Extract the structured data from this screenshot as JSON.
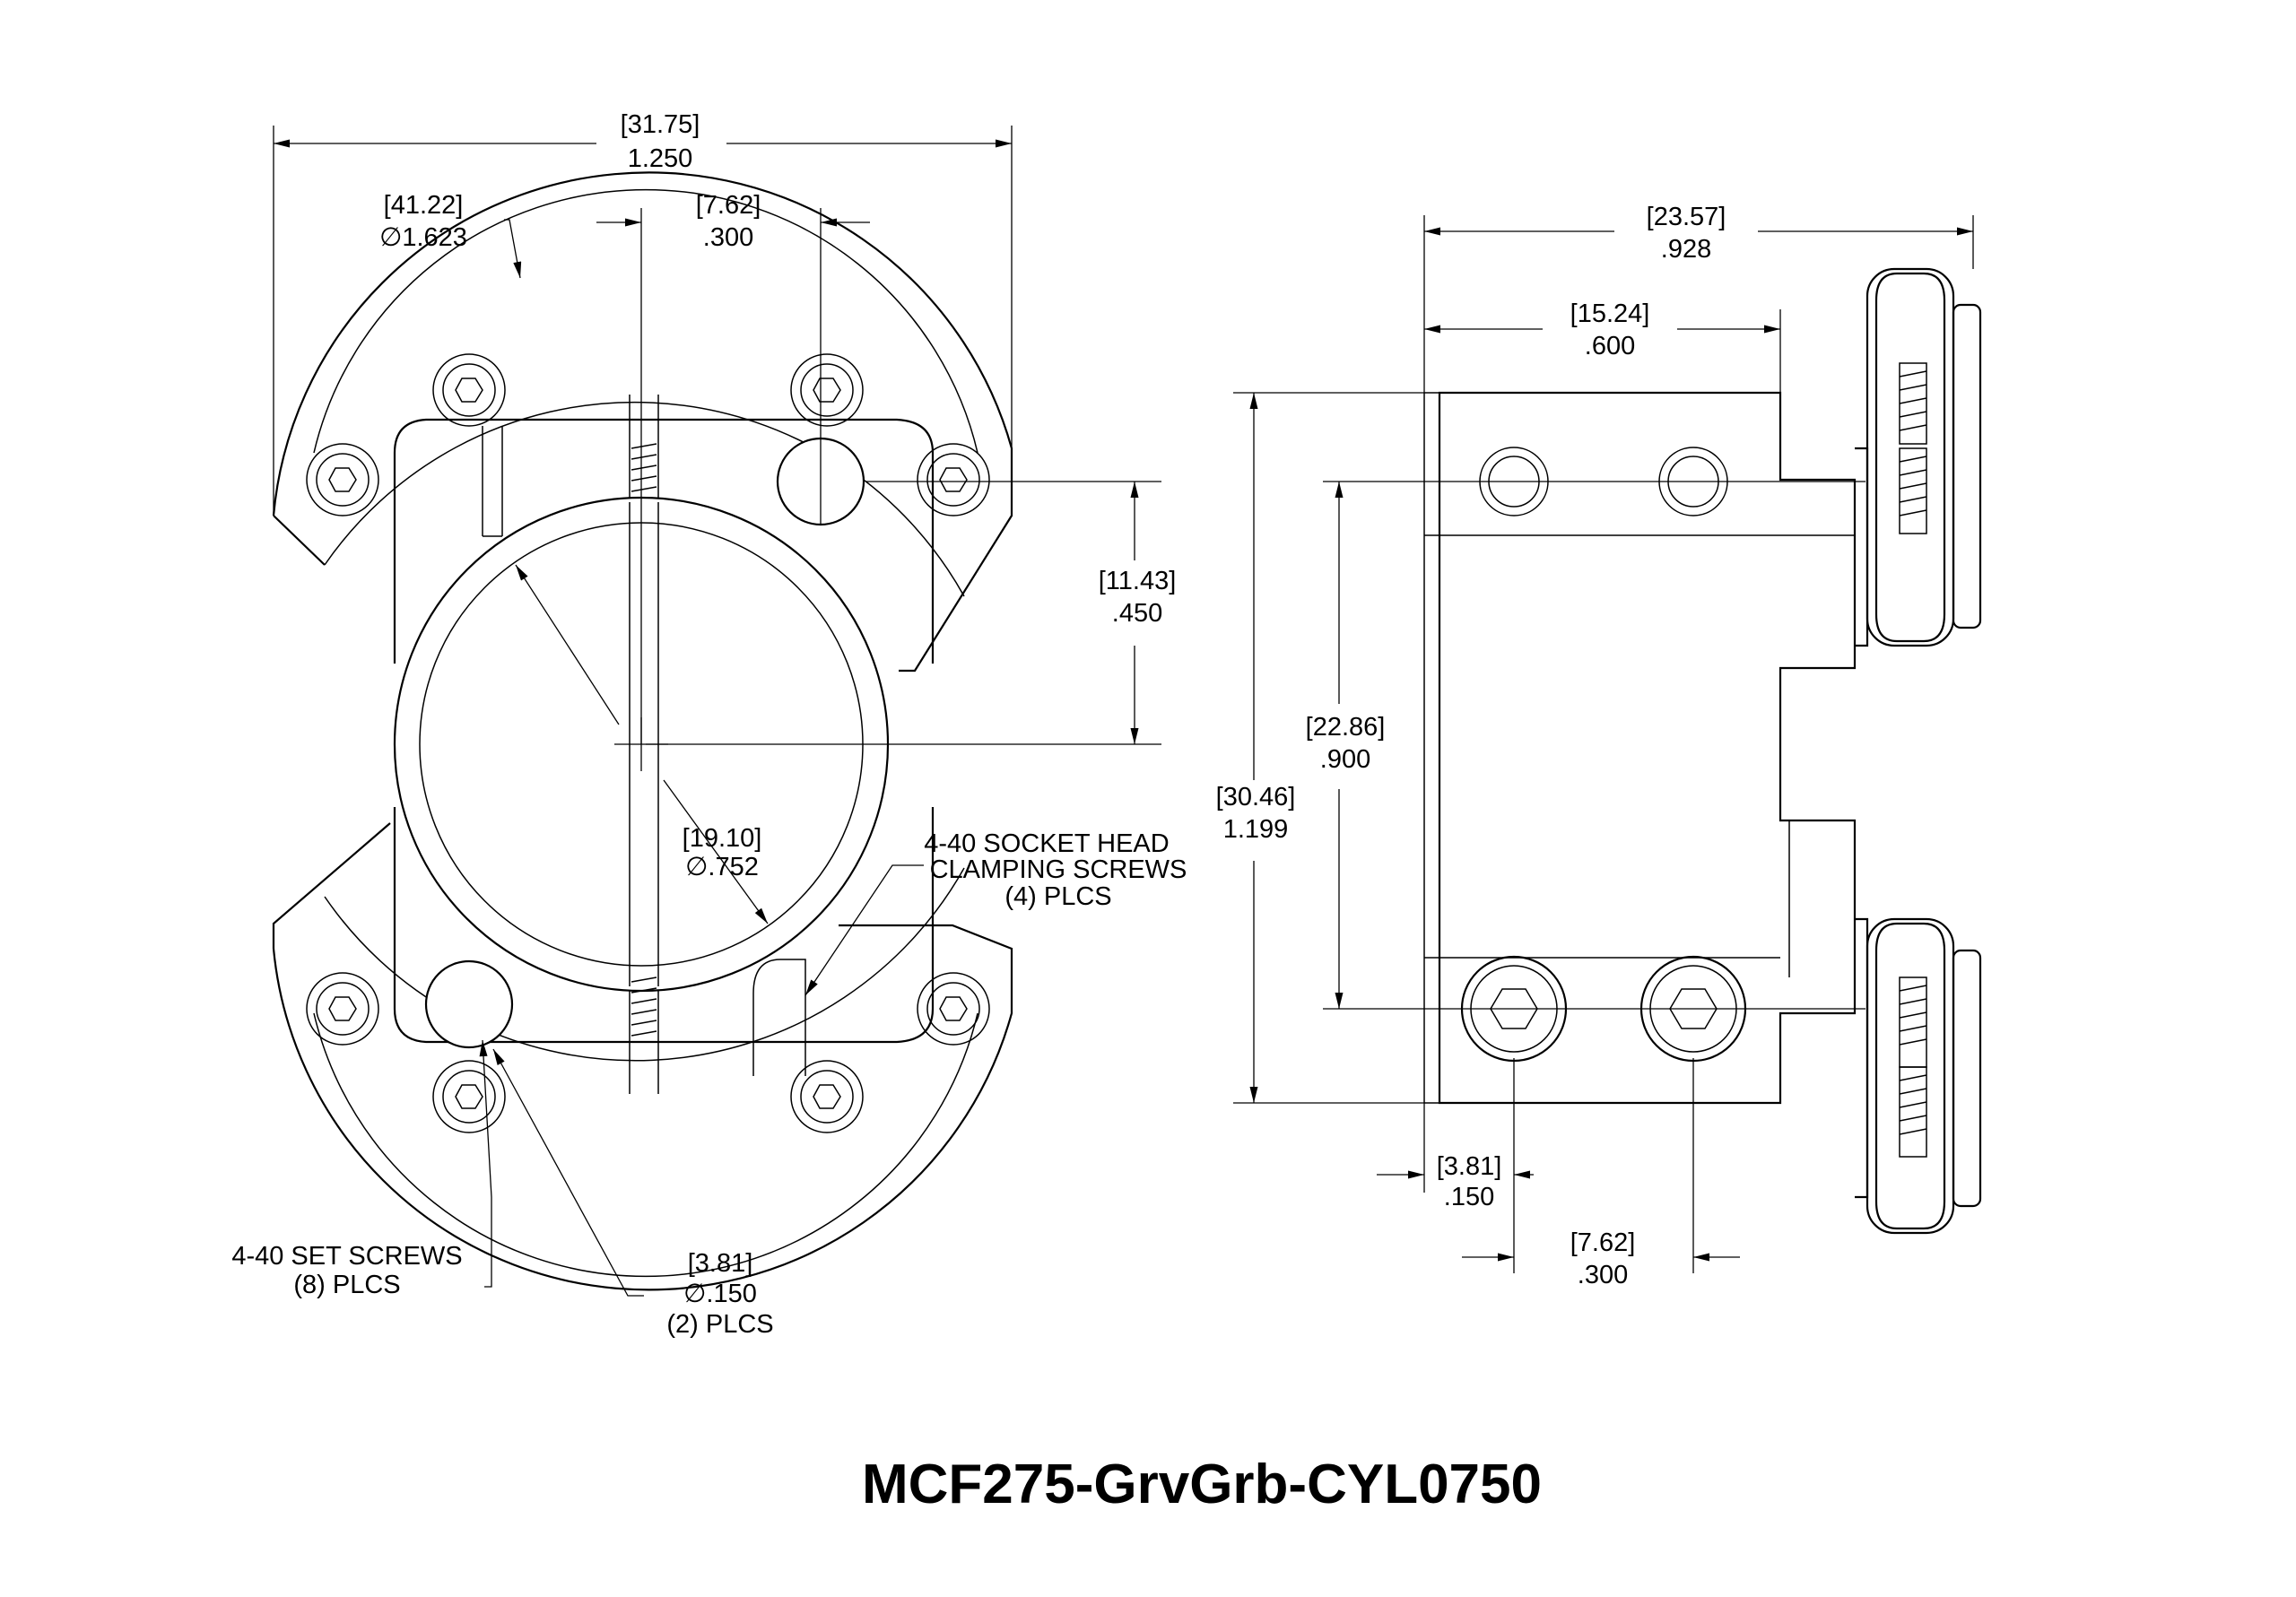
{
  "title": "MCF275-GrvGrb-CYL0750",
  "colors": {
    "line": "#000000",
    "background": "#ffffff"
  },
  "icons": [
    "socket-head-screw-icon",
    "set-screw-icon",
    "clamp-screw-icon"
  ],
  "front_view": {
    "overall_width": {
      "metric": "[31.75]",
      "imperial": "1.250"
    },
    "outer_diameter": {
      "metric": "[41.22]",
      "imperial": "∅1.623"
    },
    "screw_offset": {
      "metric": "[7.62]",
      "imperial": ".300"
    },
    "screw_height": {
      "metric": "[11.43]",
      "imperial": ".450"
    },
    "bore_diameter": {
      "metric": "[19.10]",
      "imperial": "∅.752"
    },
    "pin_diameter": {
      "metric": "[3.81]",
      "imperial": "∅.150",
      "note": "(2) PLCS"
    },
    "clamping_screws": {
      "line1": "4-40 SOCKET HEAD",
      "line2": "CLAMPING SCREWS",
      "line3": "(4) PLCS"
    },
    "set_screws": {
      "line1": "4-40 SET SCREWS",
      "line2": "(8) PLCS"
    }
  },
  "side_view": {
    "overall_depth": {
      "metric": "[23.57]",
      "imperial": ".928"
    },
    "body_depth": {
      "metric": "[15.24]",
      "imperial": ".600"
    },
    "screw_spacing": {
      "metric": "[22.86]",
      "imperial": ".900"
    },
    "overall_height": {
      "metric": "[30.46]",
      "imperial": "1.199"
    },
    "edge_offset": {
      "metric": "[3.81]",
      "imperial": ".150"
    },
    "screw_pitch": {
      "metric": "[7.62]",
      "imperial": ".300"
    }
  }
}
